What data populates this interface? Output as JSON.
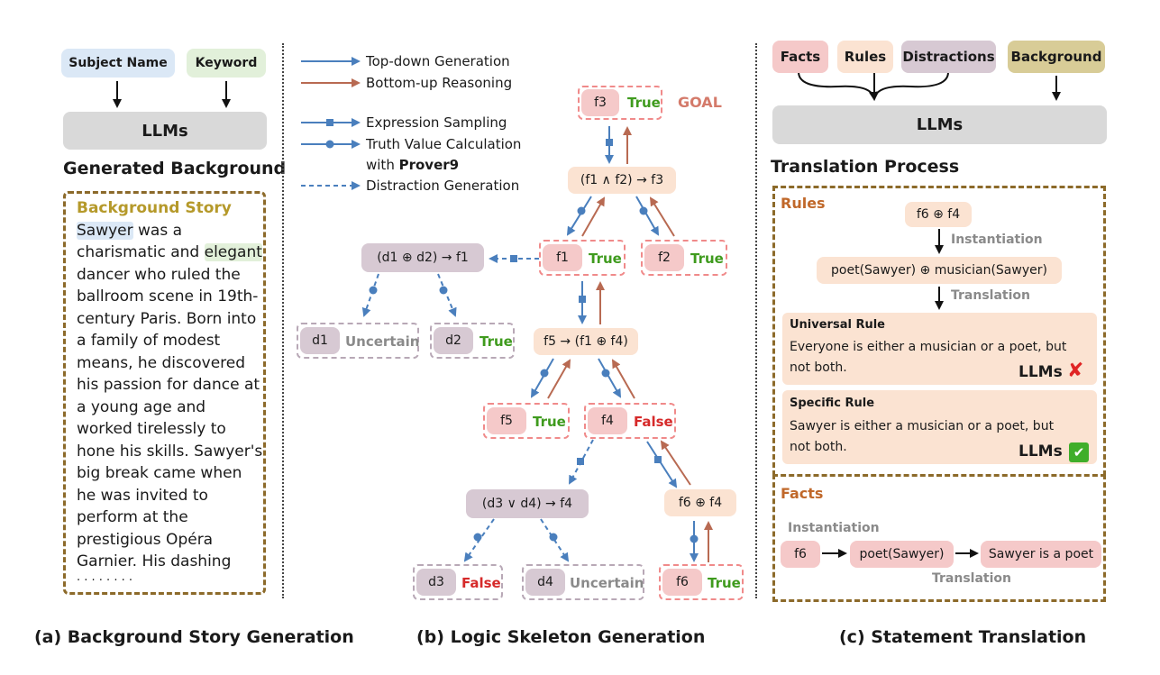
{
  "panel_a": {
    "subject_name": "Subject Name",
    "keyword": "Keyword",
    "llms": "LLMs",
    "generated_background": "Generated Background",
    "story_title": "Background Story",
    "story_lines": [
      "was a",
      "charismatic and",
      "dancer who ruled the",
      "ballroom scene in 19th-",
      "century Paris. Born into",
      "a family of modest",
      "means, he discovered",
      "his passion for dance at",
      "a young age and",
      "worked tirelessly to",
      "hone his skills. Sawyer's",
      "big break came when",
      "he was invited to",
      "perform at the",
      "prestigious Opéra",
      "Garnier. His dashing",
      "· · · · · · · ·"
    ],
    "story_name_hl": "Sawyer",
    "story_keyword_hl": "elegant",
    "caption": "(a) Background Story Generation"
  },
  "panel_b": {
    "legend": {
      "top_down": "Top-down Generation",
      "bottom_up": "Bottom-up Reasoning",
      "expr_sampling": "Expression Sampling",
      "truth_calc": "Truth Value Calculation",
      "with": "with",
      "prover": "Prover9",
      "distraction": "Distraction Generation"
    },
    "goal": "GOAL",
    "nodes": {
      "f3": "f3",
      "f3_val": "True",
      "rule1": "(f1 ∧ f2) → f3",
      "f1": "f1",
      "f1_val": "True",
      "f2": "f2",
      "f2_val": "True",
      "drule1": "(d1 ⊕ d2) → f1",
      "d1": "d1",
      "d1_val": "Uncertain",
      "d2": "d2",
      "d2_val": "True",
      "rule2": "f5 → (f1 ⊕ f4)",
      "f5": "f5",
      "f5_val": "True",
      "f4": "f4",
      "f4_val": "False",
      "drule2": "(d3 ∨ d4) → f4",
      "rule3": "f6 ⊕ f4",
      "d3": "d3",
      "d3_val": "False",
      "d4": "d4",
      "d4_val": "Uncertain",
      "f6": "f6",
      "f6_val": "True"
    },
    "caption": "(b) Logic Skeleton Generation"
  },
  "panel_c": {
    "facts": "Facts",
    "rules": "Rules",
    "distractions": "Distractions",
    "background": "Background",
    "llms": "LLMs",
    "translation_process": "Translation Process",
    "rules_title": "Rules",
    "rule_expr": "f6 ⊕ f4",
    "instantiation": "Instantiation",
    "rule_inst": "poet(Sawyer) ⊕ musician(Sawyer)",
    "translation": "Translation",
    "universal_title": "Universal Rule",
    "universal_text1": "Everyone is either a musician or a poet, but",
    "universal_text2": "not both.",
    "llms_bad": "LLMs",
    "bad_mark": "✘",
    "specific_title": "Specific Rule",
    "specific_text1": "Sawyer is either a musician or a poet, but",
    "specific_text2": "not both.",
    "llms_good": "LLMs",
    "good_mark": "✔",
    "facts_title": "Facts",
    "fact_inst_label": "Instantiation",
    "fact_f6": "f6",
    "fact_poet": "poet(Sawyer)",
    "fact_sentence": "Sawyer is a poet",
    "fact_trans_label": "Translation",
    "caption": "(c) Statement Translation"
  },
  "colors": {
    "blue_arrow": "#4a7fbd",
    "red_arrow": "#b86a52",
    "true": "#3f9b1e",
    "false": "#d62a2a",
    "goal": "#d47a6a",
    "story_title": "#b5992a",
    "rules_title": "#c0682a"
  }
}
